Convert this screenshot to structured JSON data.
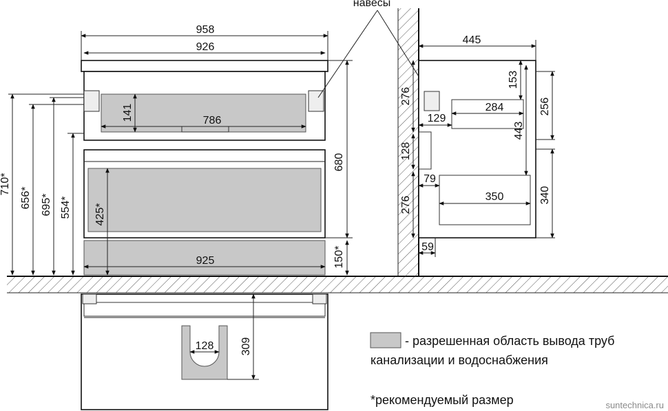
{
  "labels": {
    "hinges": "навесы",
    "watermark": "suntechnica.ru"
  },
  "dimensions": {
    "overall_width": "958",
    "inner_width": "926",
    "upper_height": "141",
    "upper_width": "786",
    "lower_width": "925",
    "lower_height": "425*",
    "cabinet_height": "680",
    "floor_gap": "150*",
    "h710": "710*",
    "h656": "656*",
    "h695": "695*",
    "h554": "554*",
    "depth": "445",
    "side_153": "153",
    "side_276_top": "276",
    "side_284": "284",
    "side_129": "129",
    "side_256": "256",
    "side_443": "443",
    "side_128": "128",
    "side_79": "79",
    "side_276_bottom": "276",
    "side_350": "350",
    "side_340": "340",
    "side_59": "59",
    "plan_128": "128",
    "plan_309": "309"
  },
  "legend": {
    "line1": "- разрешенная область вывода труб",
    "line2": "канализации и водоснабжения",
    "note": "*рекомендуемый размер"
  },
  "colors": {
    "allowed_area": "#c8c8c8"
  }
}
